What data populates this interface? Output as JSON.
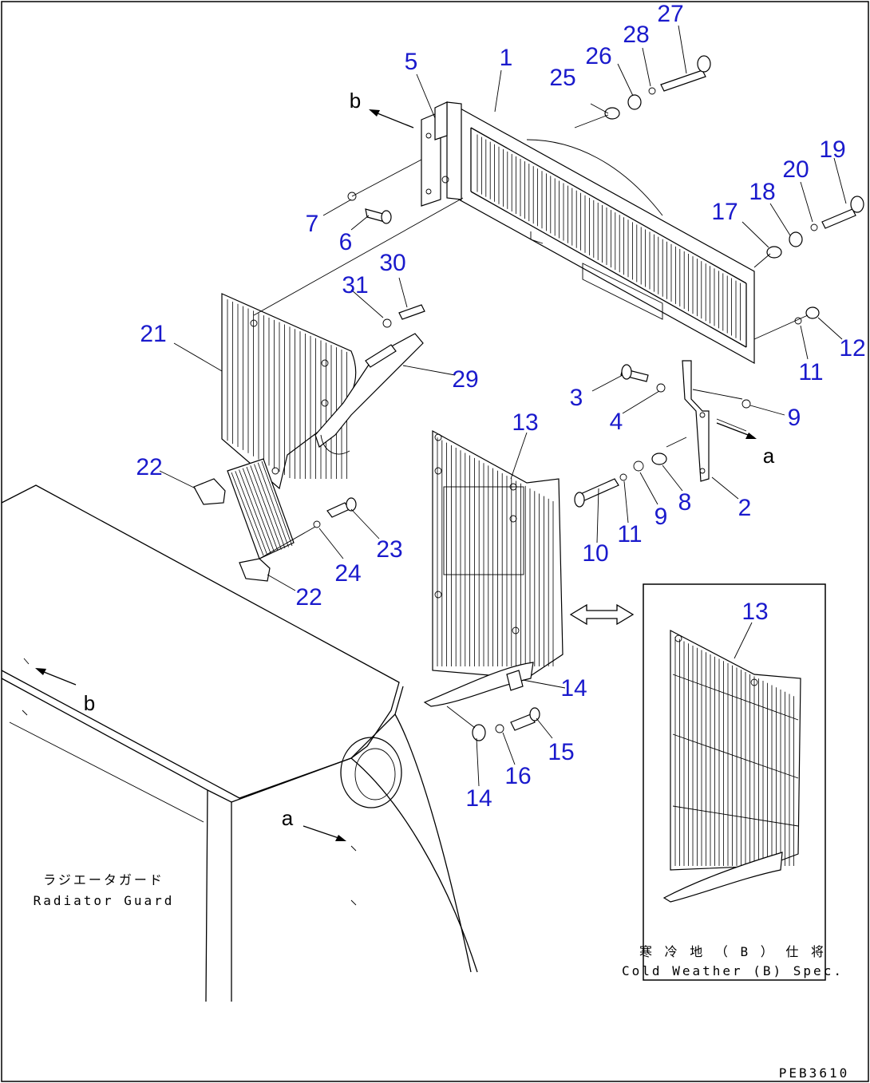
{
  "labels": {
    "caption_jp": "ラジエータガード",
    "caption_en": "Radiator Guard",
    "inset_jp": "寒 冷 地 （ B ） 仕 将",
    "inset_en": "Cold Weather (B) Spec.",
    "code": "PEB3610",
    "view_a": "a",
    "view_b": "b"
  },
  "callouts": [
    "1",
    "2",
    "3",
    "4",
    "5",
    "6",
    "7",
    "8",
    "9",
    "10",
    "11",
    "12",
    "13",
    "14",
    "15",
    "16",
    "17",
    "18",
    "19",
    "20",
    "21",
    "22",
    "23",
    "24",
    "25",
    "26",
    "27",
    "28",
    "29",
    "30",
    "31"
  ],
  "colors": {
    "callout": "#1a1acc",
    "line": "#000000",
    "background": "#ffffff"
  }
}
